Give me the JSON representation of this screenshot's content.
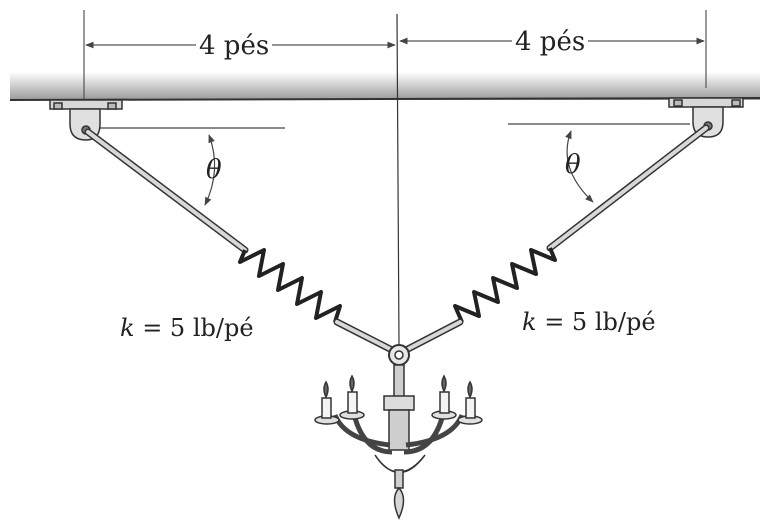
{
  "dimensions": {
    "left": "4 pés",
    "right": "4 pés"
  },
  "angles": {
    "left": "θ",
    "right": "θ"
  },
  "springs": {
    "left": {
      "symbol": "k",
      "value": "= 5 lb/pé"
    },
    "right": {
      "symbol": "k",
      "value": "= 5 lb/pé"
    }
  },
  "colors": {
    "ink": "#333333",
    "metal_fill": "#d8d8d8",
    "ceiling_shade": "#9a9a9a",
    "dimension_line": "#555555"
  }
}
